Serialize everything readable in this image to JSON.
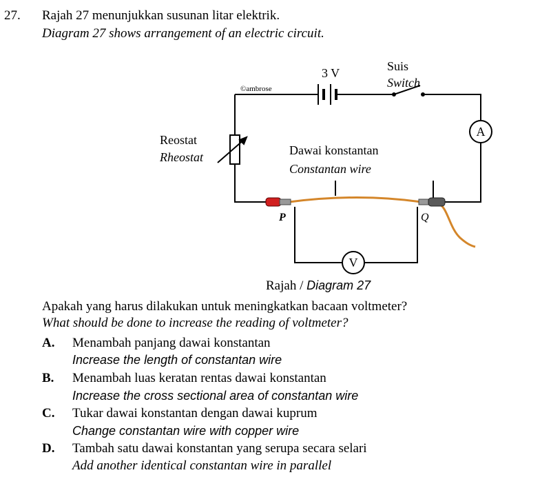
{
  "question": {
    "number": "27.",
    "stem_ms": "Rajah 27 menunjukkan susunan litar elektrik.",
    "stem_en": "Diagram 27 shows arrangement of an electric circuit."
  },
  "diagram": {
    "battery_label": "3 V",
    "watermark": "©ambrose",
    "switch_ms": "Suis",
    "switch_en": "Switch",
    "rheostat_ms": "Reostat",
    "rheostat_en": "Rheostat",
    "wire_ms": "Dawai konstantan",
    "wire_en": "Constantan wire",
    "ammeter": "A",
    "voltmeter": "V",
    "point_p": "P",
    "point_q": "Q",
    "wire_color": "#d4862a"
  },
  "caption": {
    "prefix": "Rajah / ",
    "diagram": "Diagram 27"
  },
  "prompt": {
    "ms": "Apakah yang harus dilakukan untuk meningkatkan bacaan voltmeter?",
    "en": "What should be done to increase the reading of voltmeter?"
  },
  "options": [
    {
      "letter": "A.",
      "ms": "Menambah panjang dawai konstantan",
      "en": "Increase the length of constantan wire"
    },
    {
      "letter": "B.",
      "ms": "Menambah luas keratan rentas dawai konstantan",
      "en": "Increase the cross sectional area of constantan wire"
    },
    {
      "letter": "C.",
      "ms": "Tukar dawai konstantan dengan dawai kuprum",
      "en": "Change constantan wire with copper wire"
    },
    {
      "letter": "D.",
      "ms": "Tambah satu dawai konstantan yang serupa secara selari",
      "en": "Add another identical constantan wire in parallel"
    }
  ]
}
